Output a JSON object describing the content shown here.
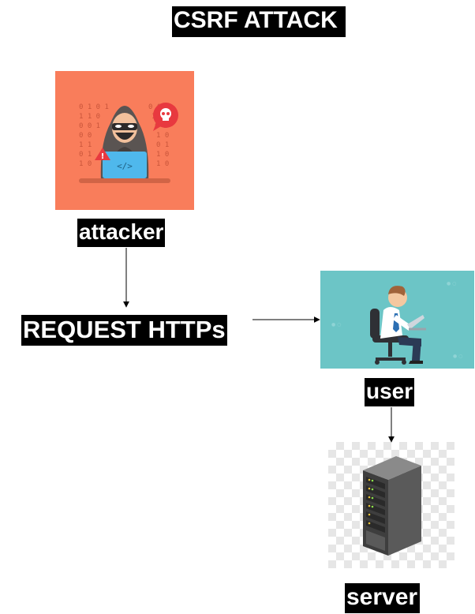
{
  "title": "CSRF ATTACK",
  "nodes": {
    "attacker": {
      "label": "attacker",
      "icon": "hacker-laptop-icon",
      "bg": "#f97d5b"
    },
    "request": {
      "label": "REQUEST HTTPs"
    },
    "user": {
      "label": "user",
      "icon": "man-at-laptop-icon",
      "bg": "#6cc5c6"
    },
    "server": {
      "label": "server",
      "icon": "server-rack-icon"
    }
  },
  "edges": [
    {
      "from": "attacker",
      "to": "request"
    },
    {
      "from": "request",
      "to": "user"
    },
    {
      "from": "user",
      "to": "server"
    }
  ]
}
